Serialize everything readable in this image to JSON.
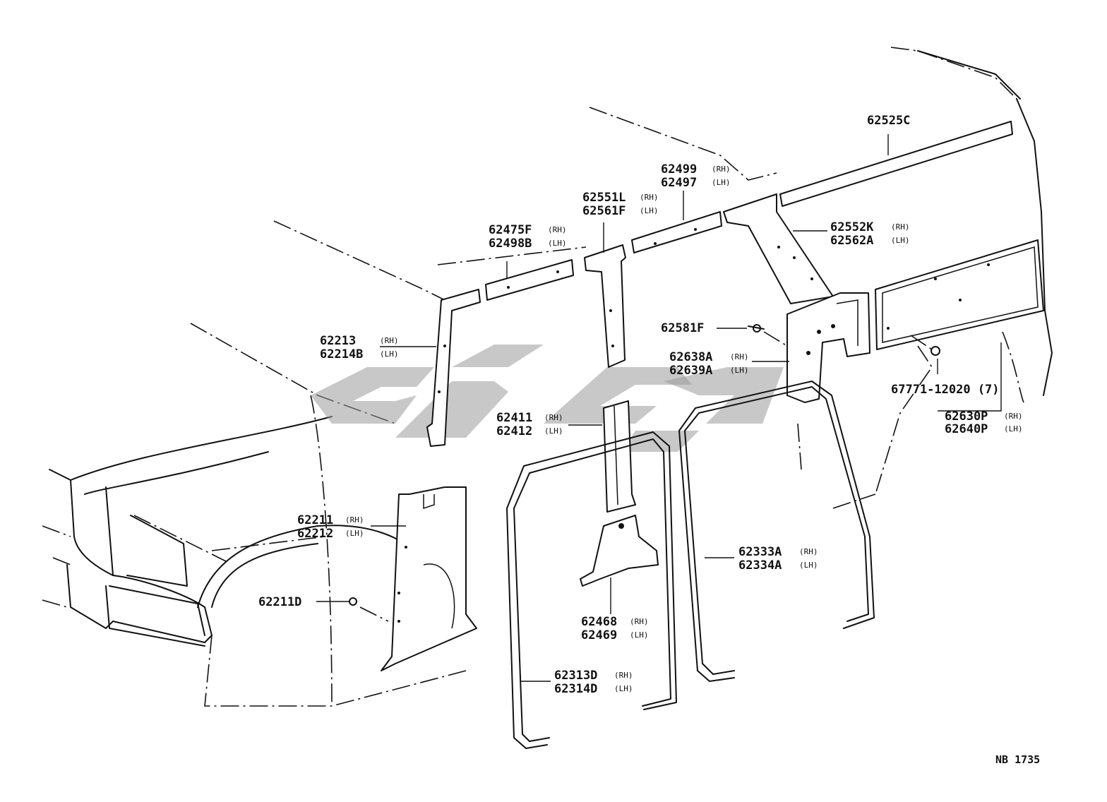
{
  "labels": {
    "p62525c": "62525C",
    "p62499": "62499",
    "p62497": "62497",
    "p62551l": "62551L",
    "p62561f": "62561F",
    "p62475f": "62475F",
    "p62498b": "62498B",
    "p62552k": "62552K",
    "p62562a": "62562A",
    "p62213": "62213",
    "p62214b": "62214B",
    "p62581f": "62581F",
    "p62638a": "62638A",
    "p62639a": "62639A",
    "p67771": "67771-12020 (7)",
    "p62630p": "62630P",
    "p62640p": "62640P",
    "p62411": "62411",
    "p62412": "62412",
    "p62211": "62211",
    "p62212": "62212",
    "p62333a": "62333A",
    "p62334a": "62334A",
    "p62211d": "62211D",
    "p62468": "62468",
    "p62469": "62469",
    "p62313d": "62313D",
    "p62314d": "62314D",
    "rh": "(RH)",
    "lh": "(LH)"
  },
  "diagram_code": "NB 1735"
}
